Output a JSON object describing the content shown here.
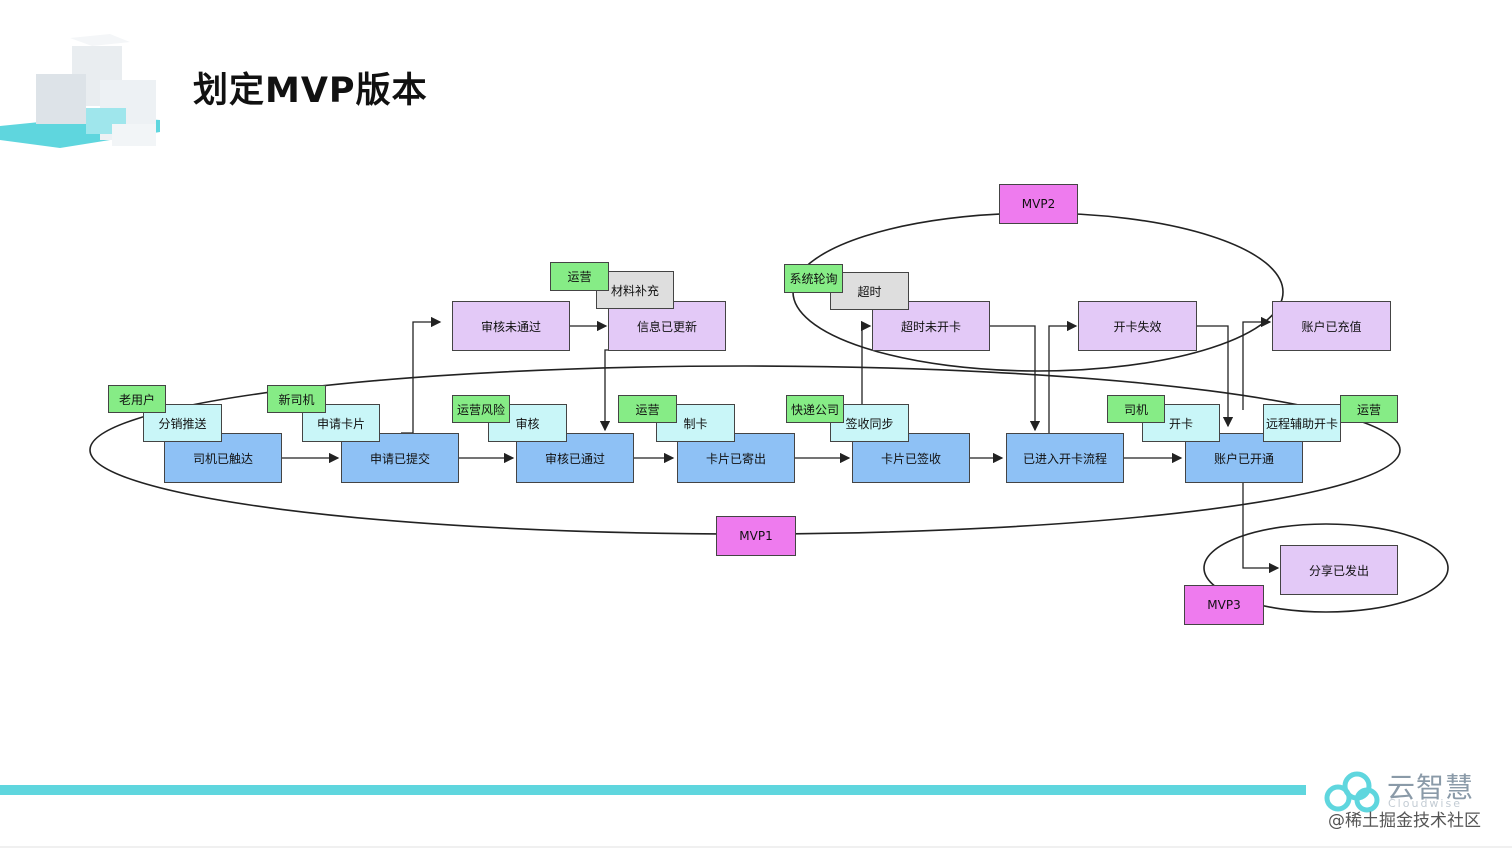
{
  "slide": {
    "title": "划定MVP版本",
    "brand": {
      "name": "云智慧",
      "sub": "Cloudwise"
    },
    "watermark": "@稀土掘金技术社区",
    "accent_color": "#5fd6de"
  },
  "diagram": {
    "events": [
      "司机已触达",
      "申请已提交",
      "审核已通过",
      "卡片已寄出",
      "卡片已签收",
      "已进入开卡流程",
      "账户已开通"
    ],
    "commands": [
      "分销推送",
      "申请卡片",
      "审核",
      "制卡",
      "签收同步",
      "开卡",
      "远程辅助开卡"
    ],
    "actors": [
      "老用户",
      "新司机",
      "运营风险",
      "运营",
      "快递公司",
      "司机",
      "运营",
      "运营",
      "系统轮询"
    ],
    "policies": [
      "材料补充",
      "超时"
    ],
    "views": [
      "审核未通过",
      "信息已更新",
      "超时未开卡",
      "开卡失效",
      "账户已充值",
      "分享已发出"
    ],
    "mvps": [
      "MVP1",
      "MVP2",
      "MVP3"
    ]
  },
  "colors": {
    "event": "#8ec1f5",
    "command": "#c9f6f8",
    "actor": "#86ec86",
    "policy": "#dedede",
    "view": "#e3c9f7",
    "mvp": "#ee7bee"
  }
}
